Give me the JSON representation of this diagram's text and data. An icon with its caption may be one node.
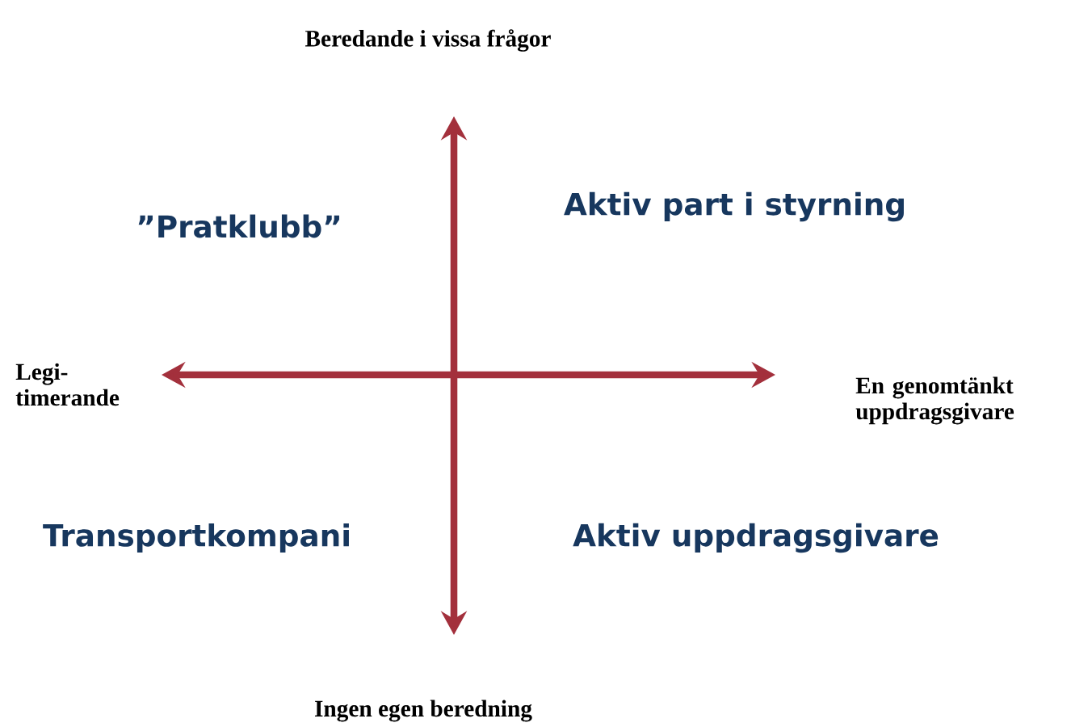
{
  "diagram": {
    "labels": [
      "Beredande i vissa frågor",
      "”Pratklubb”",
      "Aktiv part i styrning",
      "Legi- timerande",
      "En genomtänkt uppdragsgivare",
      "Transportkompani",
      "Aktiv uppdragsgivare",
      "Ingen egen beredning"
    ]
  }
}
